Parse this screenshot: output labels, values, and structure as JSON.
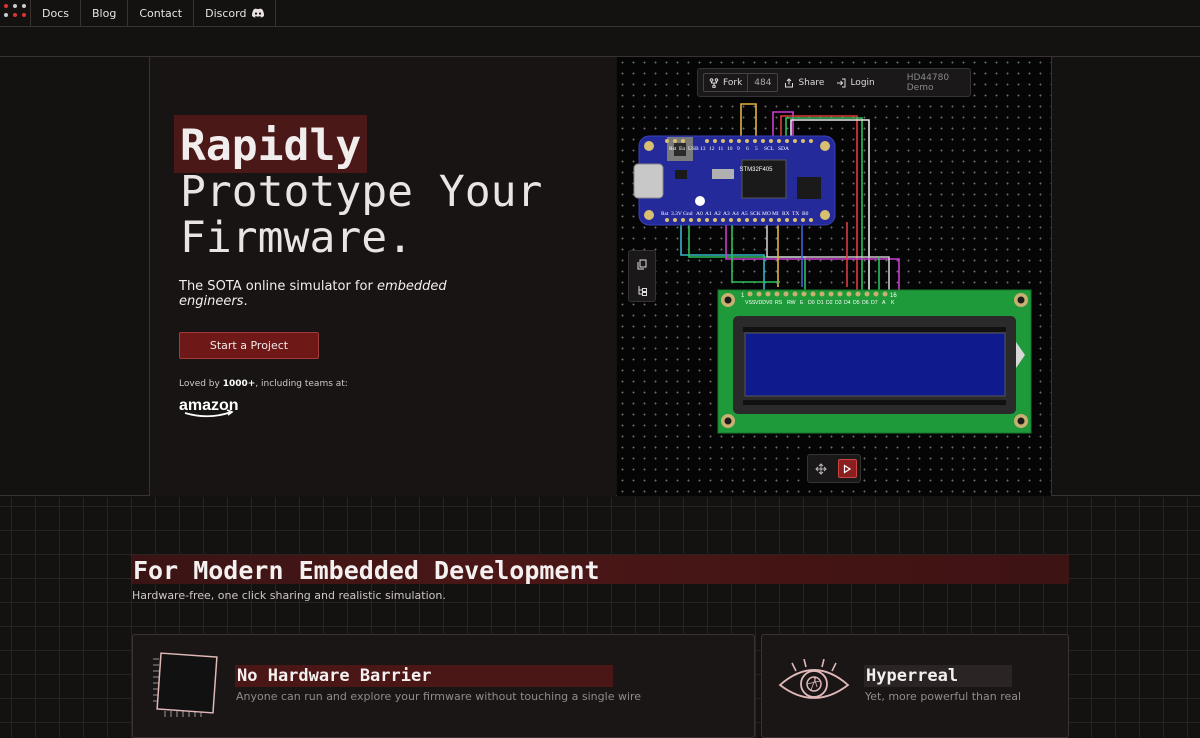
{
  "nav": {
    "items": [
      {
        "label": "Docs"
      },
      {
        "label": "Blog"
      },
      {
        "label": "Contact"
      },
      {
        "label": "Discord",
        "icon": "discord-icon"
      }
    ]
  },
  "hero": {
    "headline_highlight": "Rapidly",
    "headline_line2": "Prototype Your",
    "headline_line3": "Firmware.",
    "tagline_plain": "The SOTA online simulator for ",
    "tagline_em": "embedded engineers",
    "tagline_end": ".",
    "cta_label": "Start a Project",
    "loved_prefix": "Loved by ",
    "loved_count": "1000+",
    "loved_suffix": ", including teams at:",
    "partner_logo": "amazon"
  },
  "simulator": {
    "fork_label": "Fork",
    "fork_count": "484",
    "share_label": "Share",
    "login_label": "Login",
    "demo_name": "HD44780 Demo",
    "board_name": "STM32F405",
    "board_top_pins": [
      "Rst",
      "En",
      "USB",
      "13",
      "12",
      "11",
      "10",
      "9",
      "6",
      "5",
      "SCL",
      "SDA"
    ],
    "board_bottom_pins": [
      "Rst",
      "3.3V",
      "Gnd",
      "A0",
      "A1",
      "A2",
      "A3",
      "A4",
      "A5",
      "SCK",
      "MO",
      "MI",
      "RX",
      "TX",
      "B0"
    ],
    "lcd_pins": [
      "VSS",
      "VDD",
      "V0",
      "RS",
      "RW",
      "E",
      "D0",
      "D1",
      "D2",
      "D3",
      "D4",
      "D5",
      "D6",
      "D7",
      "A",
      "K"
    ],
    "lcd_pin_first": "1",
    "lcd_pin_last": "16",
    "colors": {
      "background": "#050505",
      "pcb_green": "#1f9a3a",
      "lcd_blue": "#0f1a8c",
      "board_blue": "#242a9a",
      "accent_red": "#8a1f1f"
    }
  },
  "features": {
    "title": "For Modern Embedded Development",
    "subtitle": "Hardware-free, one click sharing and realistic simulation.",
    "cards": [
      {
        "title": "No Hardware Barrier",
        "description": "Anyone can run and explore your firmware without touching a single wire",
        "icon": "chip-icon"
      },
      {
        "title": "Hyperreal",
        "description": "Yet, more powerful than real",
        "icon": "eye-icon"
      }
    ]
  }
}
